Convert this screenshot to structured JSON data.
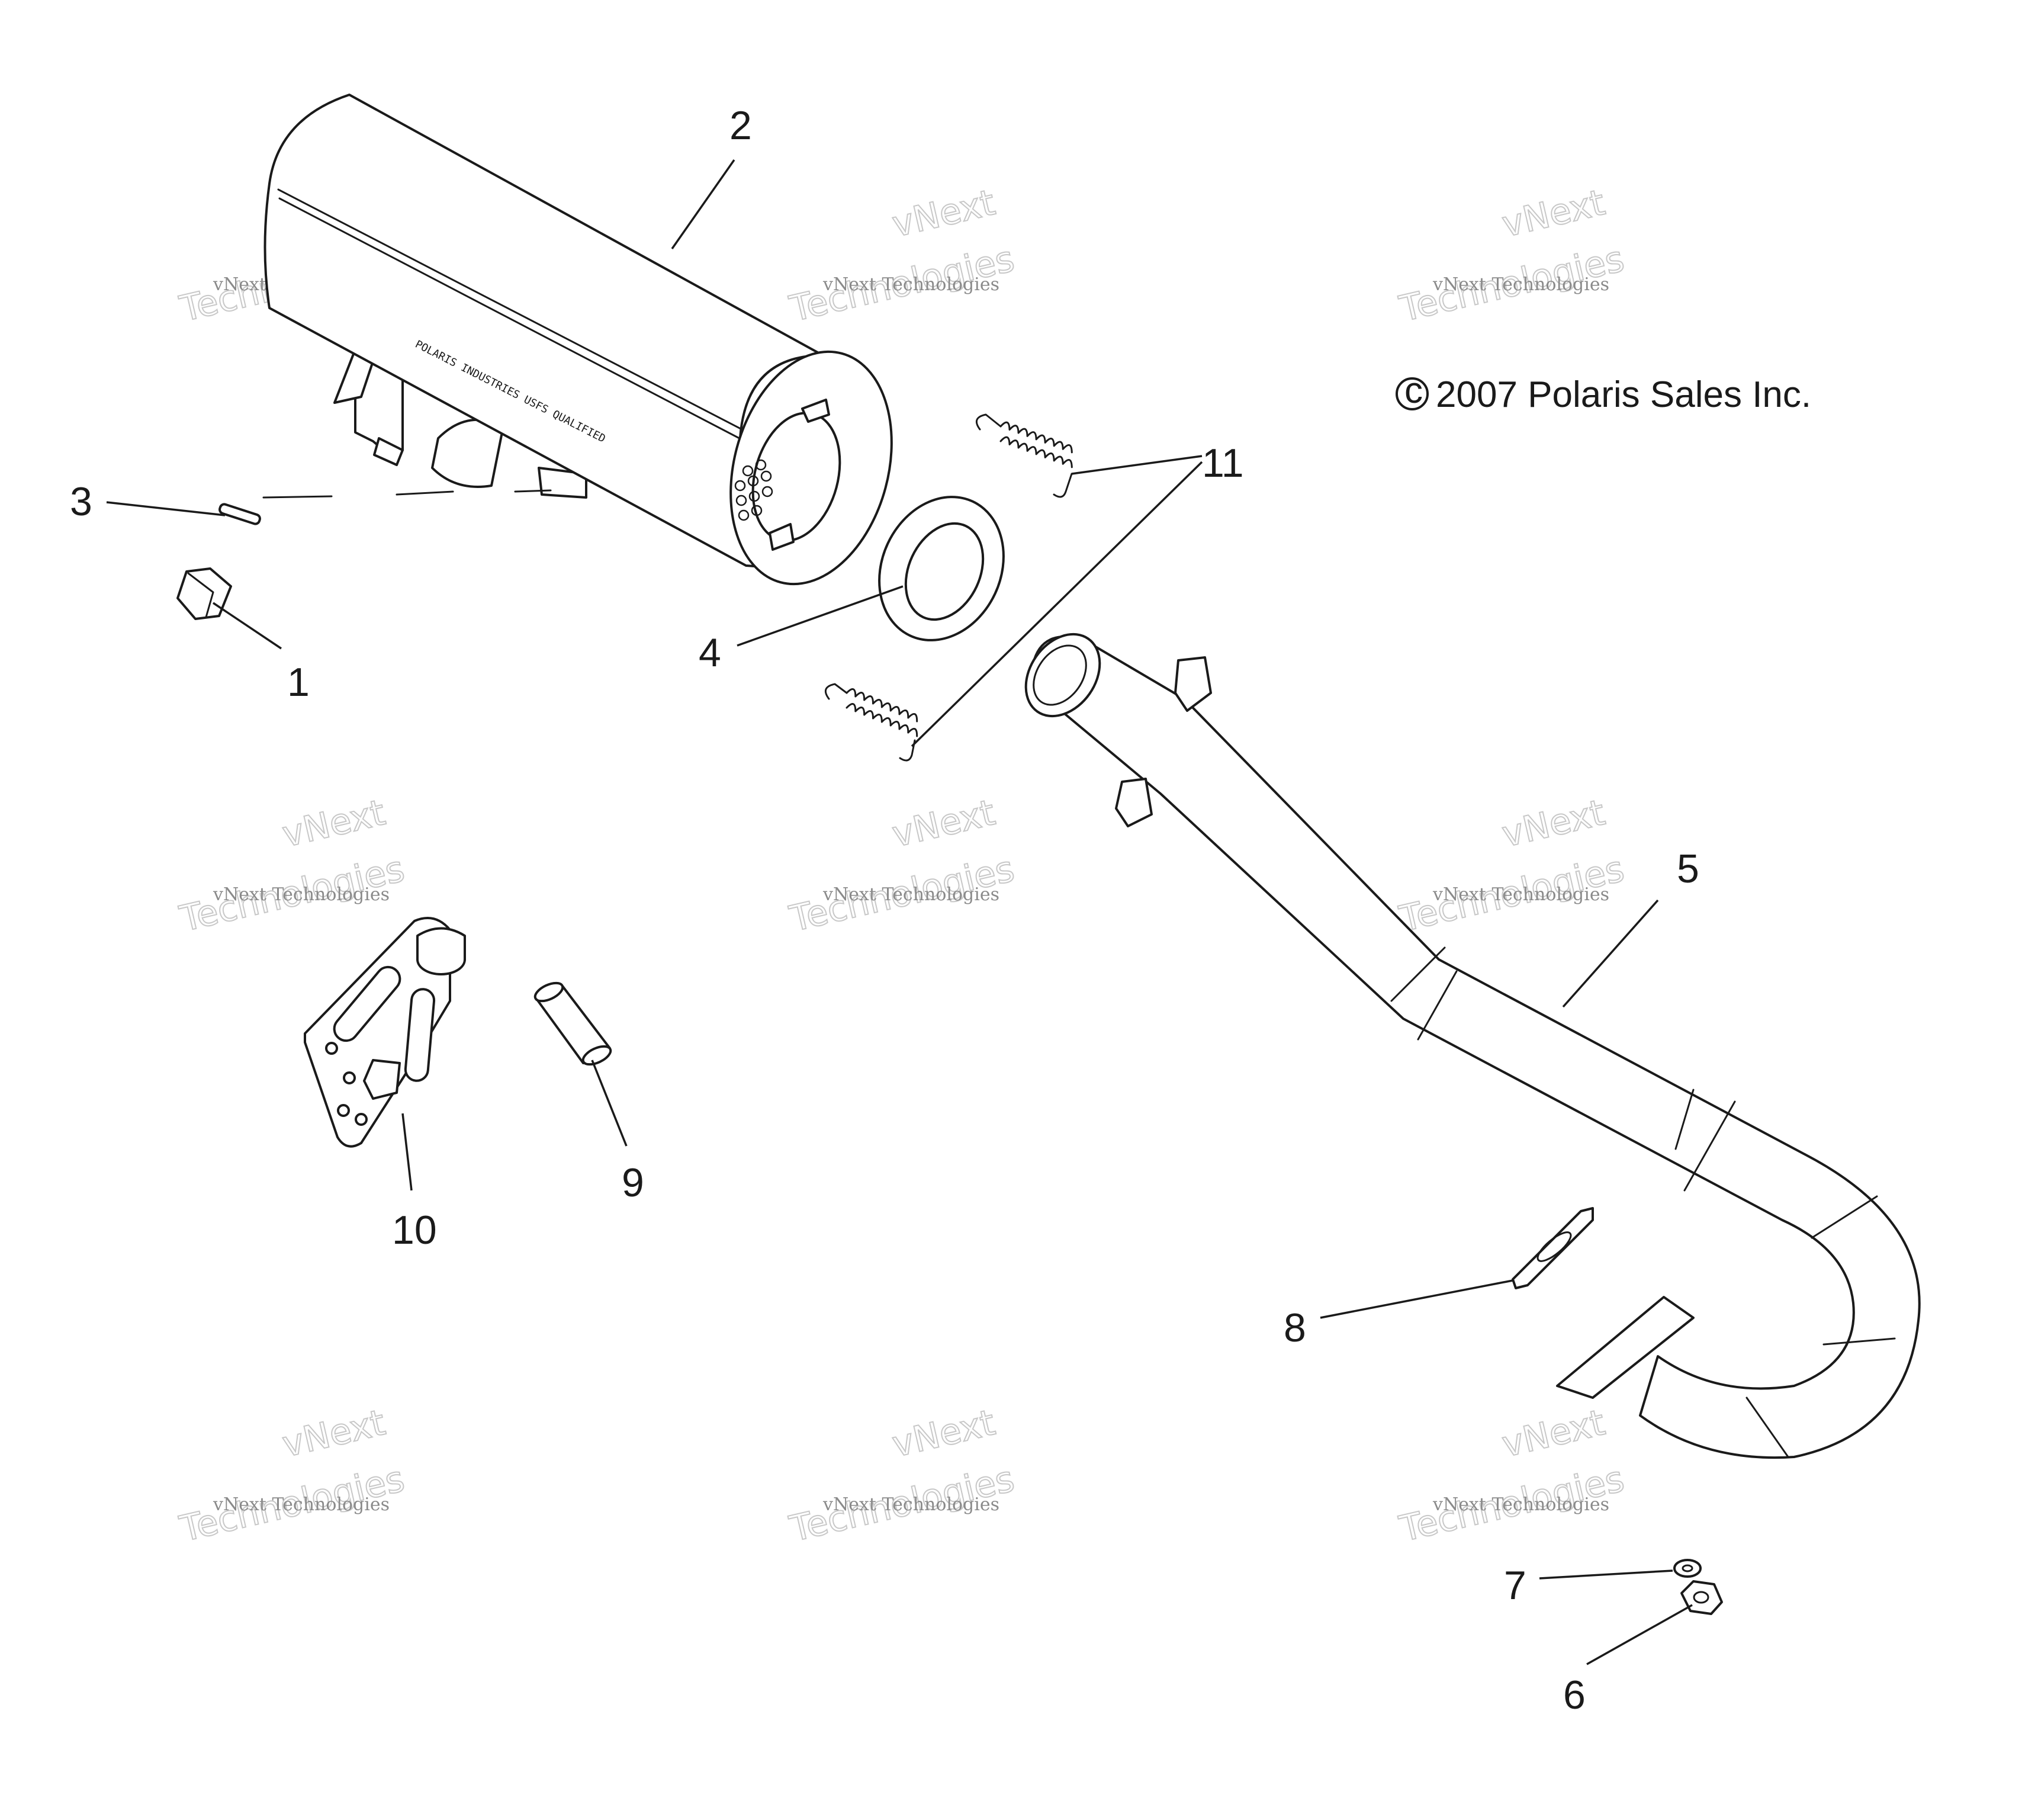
{
  "copyright": "2007 Polaris Sales Inc.",
  "copyright_symbol": "c",
  "muffler_label": "POLARIS INDUSTRIES USFS QUALIFIED",
  "watermark": {
    "small": "vNext Technologies",
    "line1": "vNext",
    "line2": "Technologies"
  },
  "callouts": [
    "1",
    "2",
    "3",
    "4",
    "5",
    "6",
    "7",
    "8",
    "9",
    "10",
    "11"
  ]
}
